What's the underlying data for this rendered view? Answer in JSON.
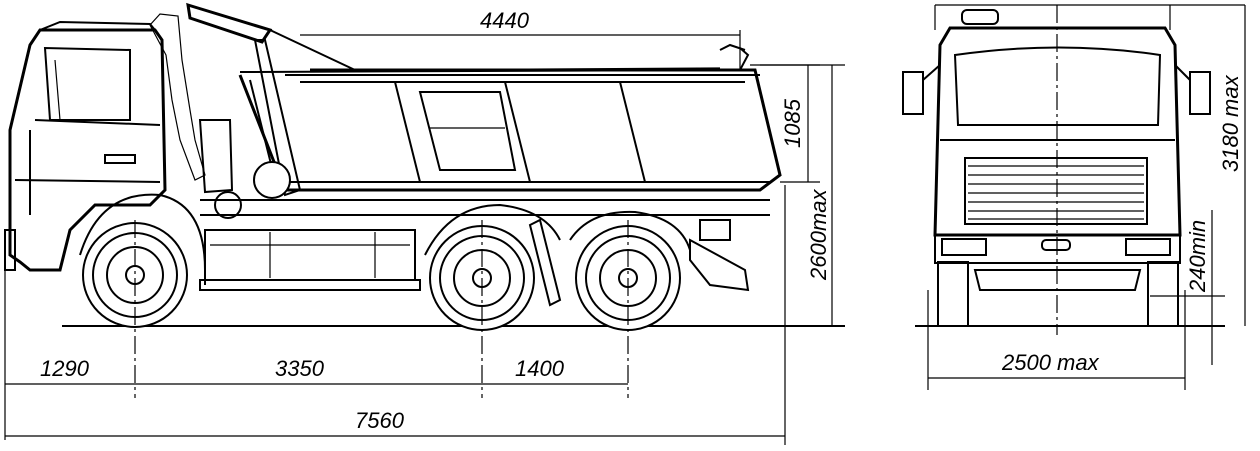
{
  "dimensions": {
    "body_length": "4440",
    "body_height": "1085",
    "height_max": "2600max",
    "front_overhang": "1290",
    "wheelbase": "3350",
    "bogie_spacing": "1400",
    "overall_length": "7560",
    "overall_height": "3180 max",
    "ground_clearance": "240min",
    "overall_width": "2500 max"
  }
}
